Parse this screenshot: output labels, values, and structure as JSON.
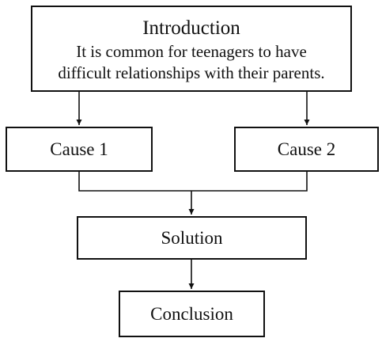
{
  "intro": {
    "title": "Introduction",
    "text_line1": "It is common for teenagers to have",
    "text_line2": "difficult relationships with their parents."
  },
  "causes": [
    {
      "label": "Cause 1"
    },
    {
      "label": "Cause 2"
    }
  ],
  "solution": {
    "label": "Solution"
  },
  "conclusion": {
    "label": "Conclusion"
  },
  "colors": {
    "stroke": "#111111",
    "background": "#ffffff"
  }
}
